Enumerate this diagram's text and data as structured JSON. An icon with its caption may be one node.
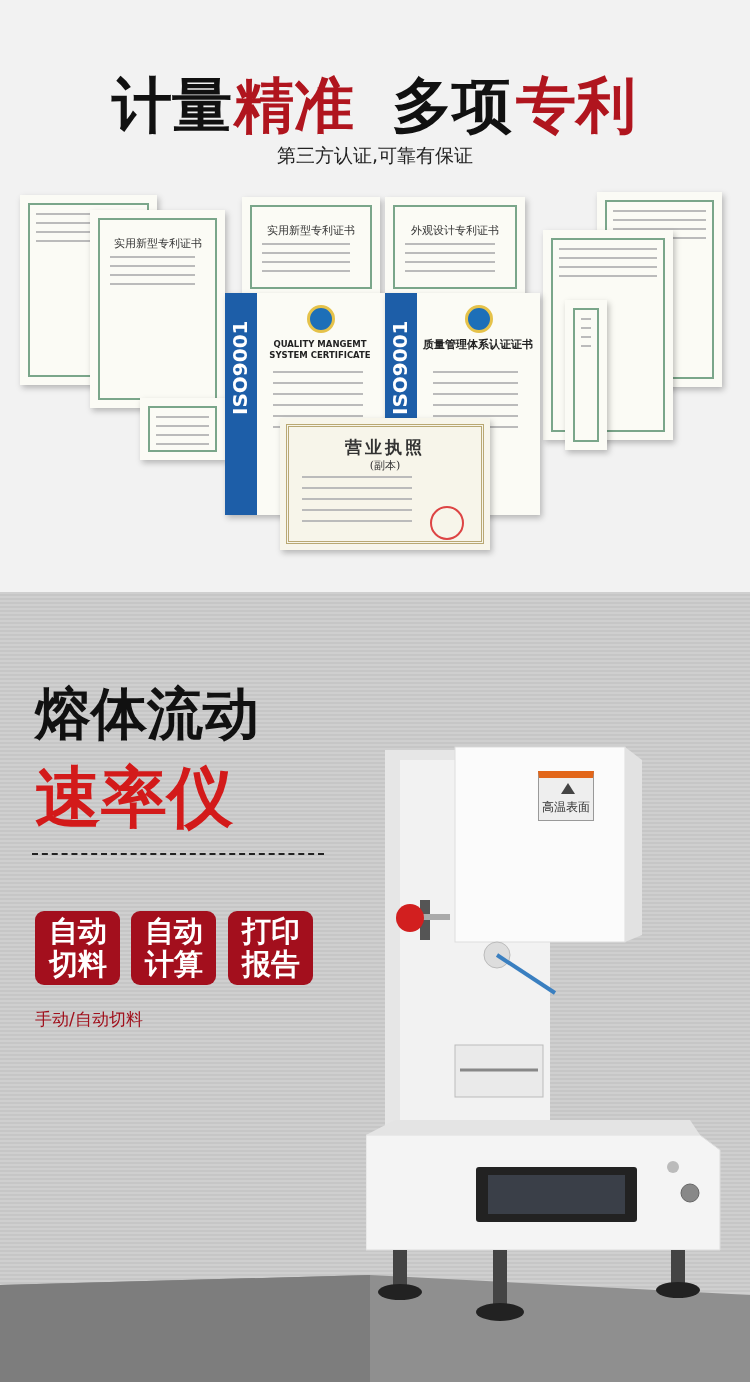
{
  "diagram": {
    "nodes": [
      {
        "text": [
          "实用新型专利证书"
        ]
      },
      {
        "text": [
          "实用新型专利证书"
        ]
      },
      {
        "text": [
          "外观设计专利证书"
        ]
      },
      {
        "text": [
          "ISO9001",
          "QUALITY MANGEMT SYSTEM CERTIFICATE"
        ]
      },
      {
        "text": [
          "ISO9001",
          "质量管理体系认证证书"
        ]
      },
      {
        "text": [
          "营业执照",
          "(副本)"
        ]
      },
      {
        "text": [
          "自动切料"
        ]
      },
      {
        "text": [
          "自动计算"
        ]
      },
      {
        "text": [
          "打印报告"
        ]
      },
      {
        "text": [],
        "shape": "box"
      },
      {
        "text": [],
        "shape": "box"
      },
      {
        "text": [],
        "shape": "box"
      },
      {
        "text": [],
        "shape": "box"
      },
      {
        "text": [],
        "shape": "box"
      }
    ],
    "labels": [
      "计量",
      "精准",
      "多项",
      "专利",
      "第三方认证,可靠有保证",
      "熔体流动",
      "速率仪",
      "手动/自动切料",
      "高温表面"
    ]
  }
}
